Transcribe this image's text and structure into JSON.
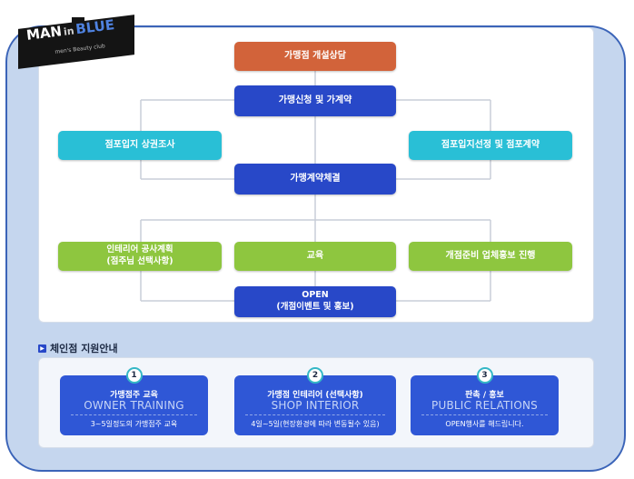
{
  "logo": {
    "word1": "MAN",
    "word2": "in",
    "word3": "BLUE",
    "tagline": "men's Beauty club"
  },
  "flow": {
    "step1": "가맹점 개설상담",
    "step2": "가맹신청 및 가계약",
    "left_research": "점포입지 상권조사",
    "right_contract": "점포입지선정 및 점포계약",
    "step3": "가맹계약체결",
    "interior": "인테리어 공사계획\n(점주님 선택사항)",
    "education": "교육",
    "promotion": "개점준비 업체홍보 진행",
    "open": "OPEN\n(개점이벤트 및 홍보)"
  },
  "support": {
    "title": "체인점 지원안내",
    "cards": [
      {
        "num": "1",
        "title": "가맹점주 교육",
        "en": "OWNER TRAINING",
        "desc": "3~5일정도의 가맹점주 교육"
      },
      {
        "num": "2",
        "title": "가맹점 인테리어 (선택사항)",
        "en": "SHOP INTERIOR",
        "desc": "4일~5일(현장환경에 따라 변동될수 있음)"
      },
      {
        "num": "3",
        "title": "판촉 / 홍보",
        "en": "PUBLIC RELATIONS",
        "desc": "OPEN행사를 해드립니다."
      }
    ]
  },
  "colors": {
    "orange": "#d2633a",
    "blue": "#2848c8",
    "cyan": "#29bfd6",
    "green": "#8ec63f",
    "frame": "#3b64b8"
  }
}
